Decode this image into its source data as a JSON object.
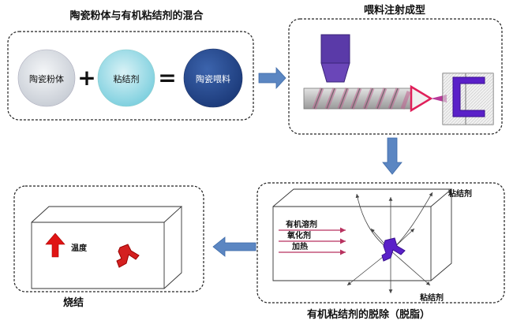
{
  "titles": {
    "mixing": "陶瓷粉体与有机粘结剂的混合",
    "injection": "喂料注射成型",
    "debinding": "有机粘结剂的脱除（脱脂）",
    "sintering": "烧结"
  },
  "mixing": {
    "powder": "陶瓷粉体",
    "plus": "+",
    "binder": "粘结剂",
    "equals": "=",
    "feedstock": "陶瓷喂料"
  },
  "debinding": {
    "binder_top": "粘结剂",
    "labels": [
      "有机溶剂",
      "氧化剂",
      "加热"
    ],
    "binder_bottom": "粘结剂"
  },
  "sintering": {
    "temperature": "温度"
  },
  "colors": {
    "feedstock": "#2a4f96",
    "part": "#5a20c8",
    "nozzle": "#e0205a",
    "arrow": "#5b86c2",
    "red_part": "#d42020"
  }
}
